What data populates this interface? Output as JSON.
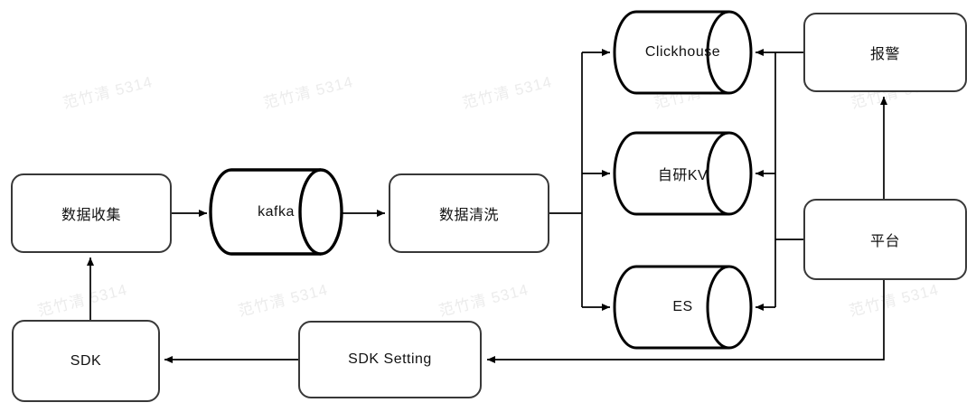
{
  "watermark": {
    "text": "范竹清 5314",
    "color": "#ececec"
  },
  "colors": {
    "background": "#ffffff",
    "line": "#000000",
    "box_border": "#383838",
    "text": "#111111"
  },
  "diagram": {
    "nodes": {
      "data_collection": {
        "label": "数据收集",
        "shape": "rounded-box"
      },
      "kafka": {
        "label": "kafka",
        "shape": "cylinder"
      },
      "data_cleaning": {
        "label": "数据清洗",
        "shape": "rounded-box"
      },
      "clickhouse": {
        "label": "Clickhouse",
        "shape": "cylinder"
      },
      "kv": {
        "label": "自研KV",
        "shape": "cylinder"
      },
      "es": {
        "label": "ES",
        "shape": "cylinder"
      },
      "alert": {
        "label": "报警",
        "shape": "rounded-box"
      },
      "platform": {
        "label": "平台",
        "shape": "rounded-box"
      },
      "sdk": {
        "label": "SDK",
        "shape": "rounded-box"
      },
      "sdk_setting": {
        "label": "SDK Setting",
        "shape": "rounded-box"
      }
    },
    "edges": [
      {
        "from": "data_collection",
        "to": "kafka"
      },
      {
        "from": "kafka",
        "to": "data_cleaning"
      },
      {
        "from": "data_cleaning",
        "to": "clickhouse"
      },
      {
        "from": "data_cleaning",
        "to": "kv"
      },
      {
        "from": "data_cleaning",
        "to": "es"
      },
      {
        "from": "platform",
        "to": "clickhouse"
      },
      {
        "from": "platform",
        "to": "kv"
      },
      {
        "from": "platform",
        "to": "es"
      },
      {
        "from": "alert",
        "to": "clickhouse"
      },
      {
        "from": "platform",
        "to": "alert"
      },
      {
        "from": "platform",
        "to": "sdk_setting"
      },
      {
        "from": "sdk_setting",
        "to": "sdk"
      },
      {
        "from": "sdk",
        "to": "data_collection"
      }
    ]
  }
}
